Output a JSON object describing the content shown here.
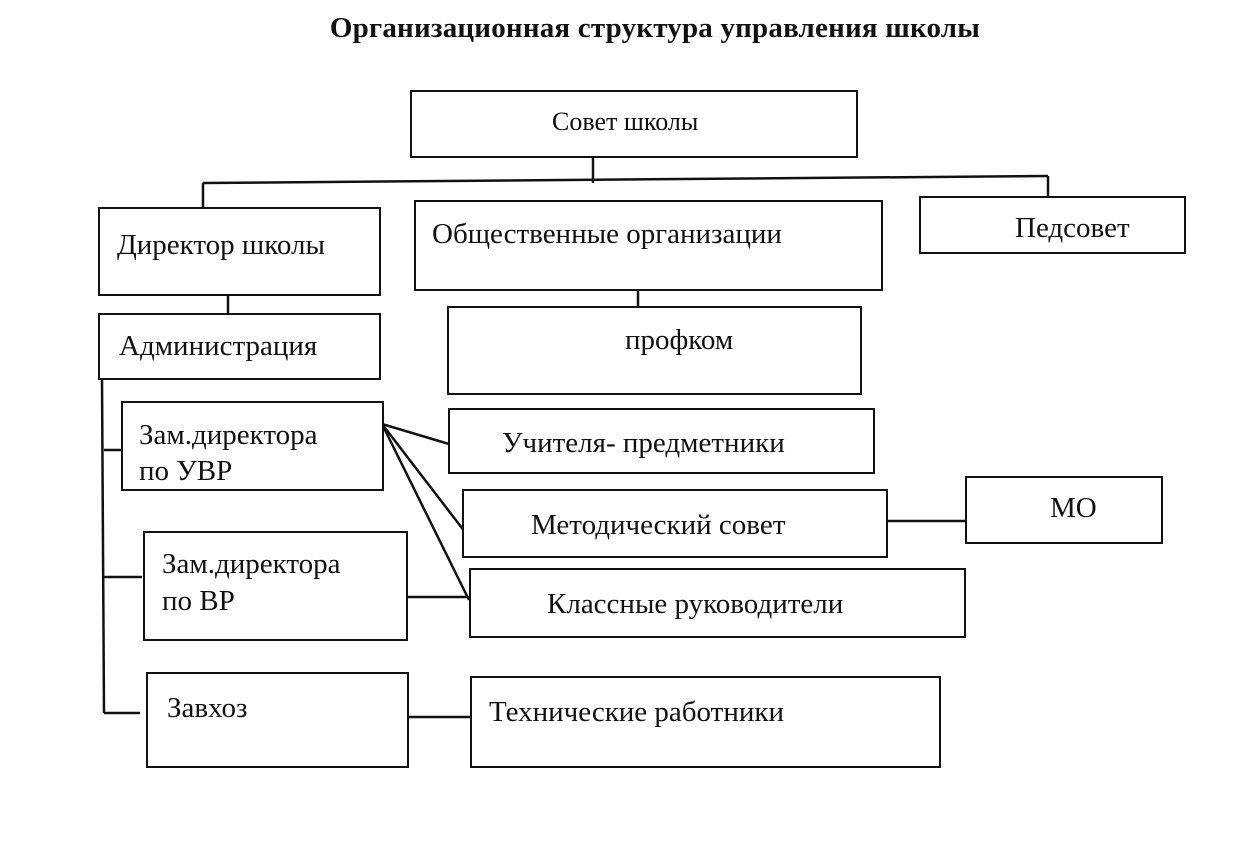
{
  "title": "Организационная структура управления школы",
  "nodes": {
    "school_council": "Совет школы",
    "director": "Директор школы",
    "public_orgs": "Общественные организации",
    "pedsovet": "Педсовет",
    "administration": "Администрация",
    "trade_union": "профком",
    "deputy_uvr_line1": "Зам.директора",
    "deputy_uvr_line2": "по УВР",
    "subject_teachers": "Учителя- предметники",
    "methodical_council": "Методический совет",
    "mo": "МО",
    "deputy_vr_line1": "Зам.директора",
    "deputy_vr_line2": "по ВР",
    "class_teachers": "Классные руководители",
    "caretaker": "Завхоз",
    "technical_staff": "Технические работники"
  }
}
